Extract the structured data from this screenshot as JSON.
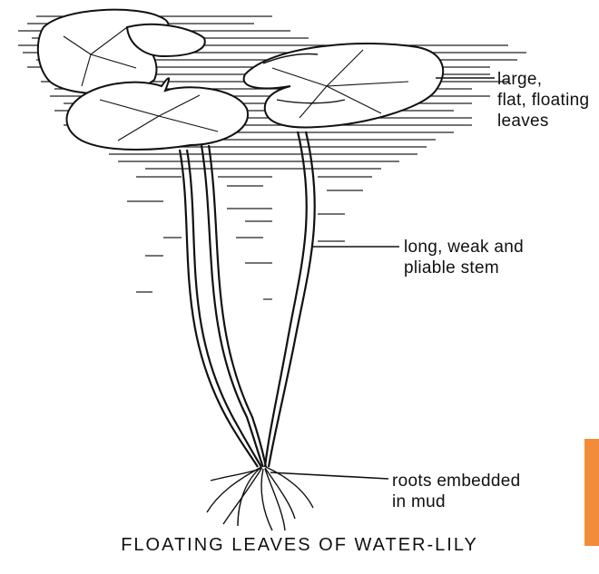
{
  "labels": {
    "leaves": [
      "large,",
      "flat, floating",
      "leaves"
    ],
    "stem": [
      "long, weak and",
      "pliable stem"
    ],
    "roots": [
      "roots embedded",
      "in mud"
    ]
  },
  "caption": "FLOATING LEAVES OF WATER-LILY",
  "colors": {
    "ink": "#111111",
    "accent": "#f28c3a"
  }
}
